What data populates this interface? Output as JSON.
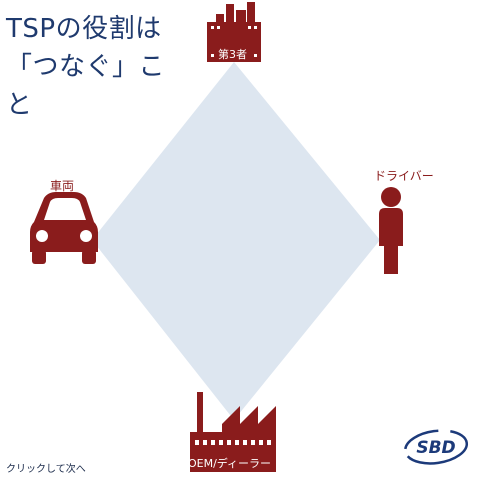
{
  "title": {
    "line1": "TSPの役割は",
    "line2": "「つなぐ」こ",
    "line3": "と"
  },
  "nodes": {
    "top_label": "第3者",
    "left_label": "車両",
    "right_label": "ドライバー",
    "bottom_label": "OEM/ディーラー"
  },
  "footer": {
    "hint": "クリックして次へ",
    "logo_text": "SBD"
  },
  "colors": {
    "accent": "#8a1c1c",
    "diamond": "#dde6f0",
    "title": "#1f3a6e",
    "logo": "#1c3a7a"
  },
  "icons": {
    "top": "buildings-icon",
    "left": "car-icon",
    "right": "person-icon",
    "bottom": "factory-icon"
  }
}
